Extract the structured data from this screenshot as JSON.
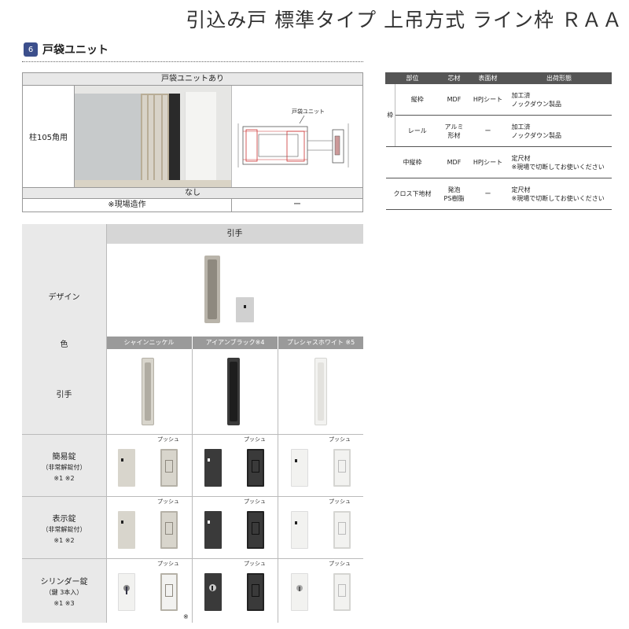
{
  "page_title": "引込み戸 標準タイプ 上吊方式 ライン枠 ＲＡＡ",
  "section": {
    "number": "6",
    "title": "戸袋ユニット"
  },
  "unit_table": {
    "header": "戸袋ユニットあり",
    "row_label": "柱105角用",
    "drawing_label": "戸袋ユニット",
    "none_label": "なし",
    "bottom_left": "※現場造作",
    "bottom_right": "ー"
  },
  "frame_spec": {
    "headers": [
      "部位",
      "芯材",
      "表面材",
      "出荷形態"
    ],
    "group_label": "枠",
    "rows": [
      {
        "part": "縦枠",
        "core": "MDF",
        "surface": "HPJシート",
        "shipping": [
          "加工済",
          "ノックダウン製品"
        ]
      },
      {
        "part": "レール",
        "core": [
          "アルミ",
          "形材"
        ],
        "surface": "ー",
        "shipping": [
          "加工済",
          "ノックダウン製品"
        ]
      },
      {
        "part": "中縦枠",
        "core": "MDF",
        "surface": "HPJシート",
        "shipping": [
          "定尺材",
          "※現場で切断してお使いください"
        ]
      },
      {
        "part": "クロス下地材",
        "core": [
          "発泡",
          "PS樹脂"
        ],
        "surface": "ー",
        "shipping": [
          "定尺材",
          "※現場で切断してお使いください"
        ]
      }
    ]
  },
  "handle_table": {
    "header": "引手",
    "labels": {
      "design": "デザイン",
      "color": "色",
      "handle": "引手",
      "simple_lock": "簡易錠",
      "simple_lock_sub1": "（非常解錠付）",
      "simple_lock_sub2": "※1 ※2",
      "indicator_lock": "表示錠",
      "indicator_lock_sub1": "（非常解錠付）",
      "indicator_lock_sub2": "※1 ※2",
      "cylinder_lock": "シリンダー錠",
      "cylinder_lock_sub1": "（鍵 3本入）",
      "cylinder_lock_sub2": "※1 ※3"
    },
    "colors": [
      "シャインニッケル",
      "アイアンブラック※4",
      "プレシャスホワイト ※5"
    ],
    "push_label": "プッシュ",
    "footnote_mark": "※"
  },
  "palette": {
    "nickel": "#d8d5cc",
    "black": "#3a3a3a",
    "white": "#f2f2f0",
    "accent": "#3c4f8c"
  }
}
